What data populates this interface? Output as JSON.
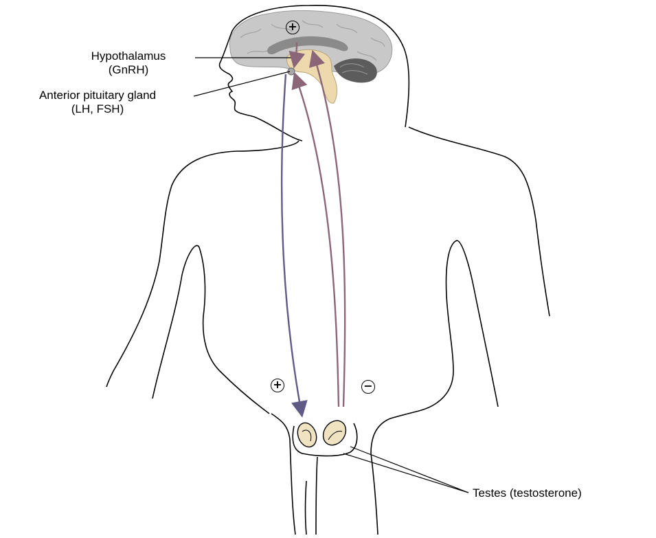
{
  "labels": {
    "hypothalamus_name": "Hypothalamus",
    "hypothalamus_hormone": "(GnRH)",
    "pituitary_name": "Anterior pituitary gland",
    "pituitary_hormone": "(LH, FSH)",
    "testes": "Testes (testosterone)"
  },
  "signs": {
    "brain_top": "+",
    "stimulation": "+",
    "inhibition": "−"
  },
  "colors": {
    "outline": "#000000",
    "brain": "#c8c8c8",
    "brain_dark": "#8a8a8a",
    "cerebellum": "#5c5c5c",
    "hypothalamus_tissue": "#ecd9ae",
    "testes_fill": "#efe3c2",
    "stimulating_arrow": "#5f5a86",
    "inhibiting_arrow": "#8b6678"
  }
}
